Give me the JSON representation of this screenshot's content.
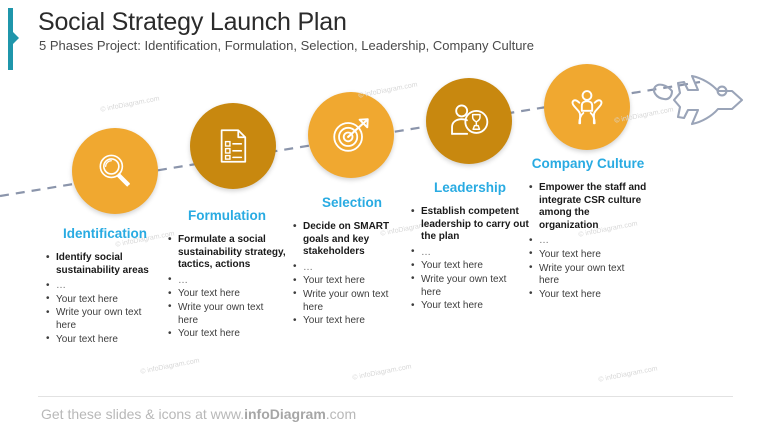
{
  "header": {
    "title": "Social Strategy Launch Plan",
    "subtitle": "5 Phases Project: Identification, Formulation, Selection, Leadership, Company Culture",
    "accent_color": "#1f96ab"
  },
  "theme": {
    "label_color": "#29ABE2",
    "circle_light": "#f0a830",
    "circle_dark": "#c8880f",
    "connector_color": "#8b95ab",
    "rocket_color": "#9aa4b8",
    "footer_color": "#b8b8b8"
  },
  "phases": [
    {
      "label": "Identification",
      "icon": "magnifier-icon",
      "color": "#f0a830",
      "bullets": [
        "Identify social sustainability areas",
        "…",
        "Your text here",
        "Write your own text here",
        "Your text here"
      ]
    },
    {
      "label": "Formulation",
      "icon": "document-checklist-icon",
      "color": "#c8880f",
      "bullets": [
        "Formulate a social sustainability strategy, tactics, actions",
        "…",
        "Your text here",
        "Write your own text here",
        "Your text here"
      ]
    },
    {
      "label": "Selection",
      "icon": "target-arrow-icon",
      "color": "#f0a830",
      "bullets": [
        "Decide on SMART goals and key stakeholders",
        "…",
        "Your text here",
        "Write your own text here",
        "Your text here"
      ]
    },
    {
      "label": "Leadership",
      "icon": "person-award-icon",
      "color": "#c8880f",
      "bullets": [
        "Establish competent leadership to carry out the plan",
        "…",
        "Your text here",
        "Write your own text here",
        "Your text here"
      ]
    },
    {
      "label": "Company Culture",
      "icon": "hands-person-icon",
      "color": "#f0a830",
      "bullets": [
        "Empower the staff and integrate CSR culture among the organization",
        "…",
        "Your text here",
        "Write your own text here",
        "Your text here"
      ]
    }
  ],
  "decoration": {
    "rocket": "rocket-icon",
    "watermark": "© infoDiagram.com"
  },
  "footer": {
    "prefix": "Get these slides & icons at www.",
    "brand": "infoDiagram",
    "suffix": ".com"
  }
}
